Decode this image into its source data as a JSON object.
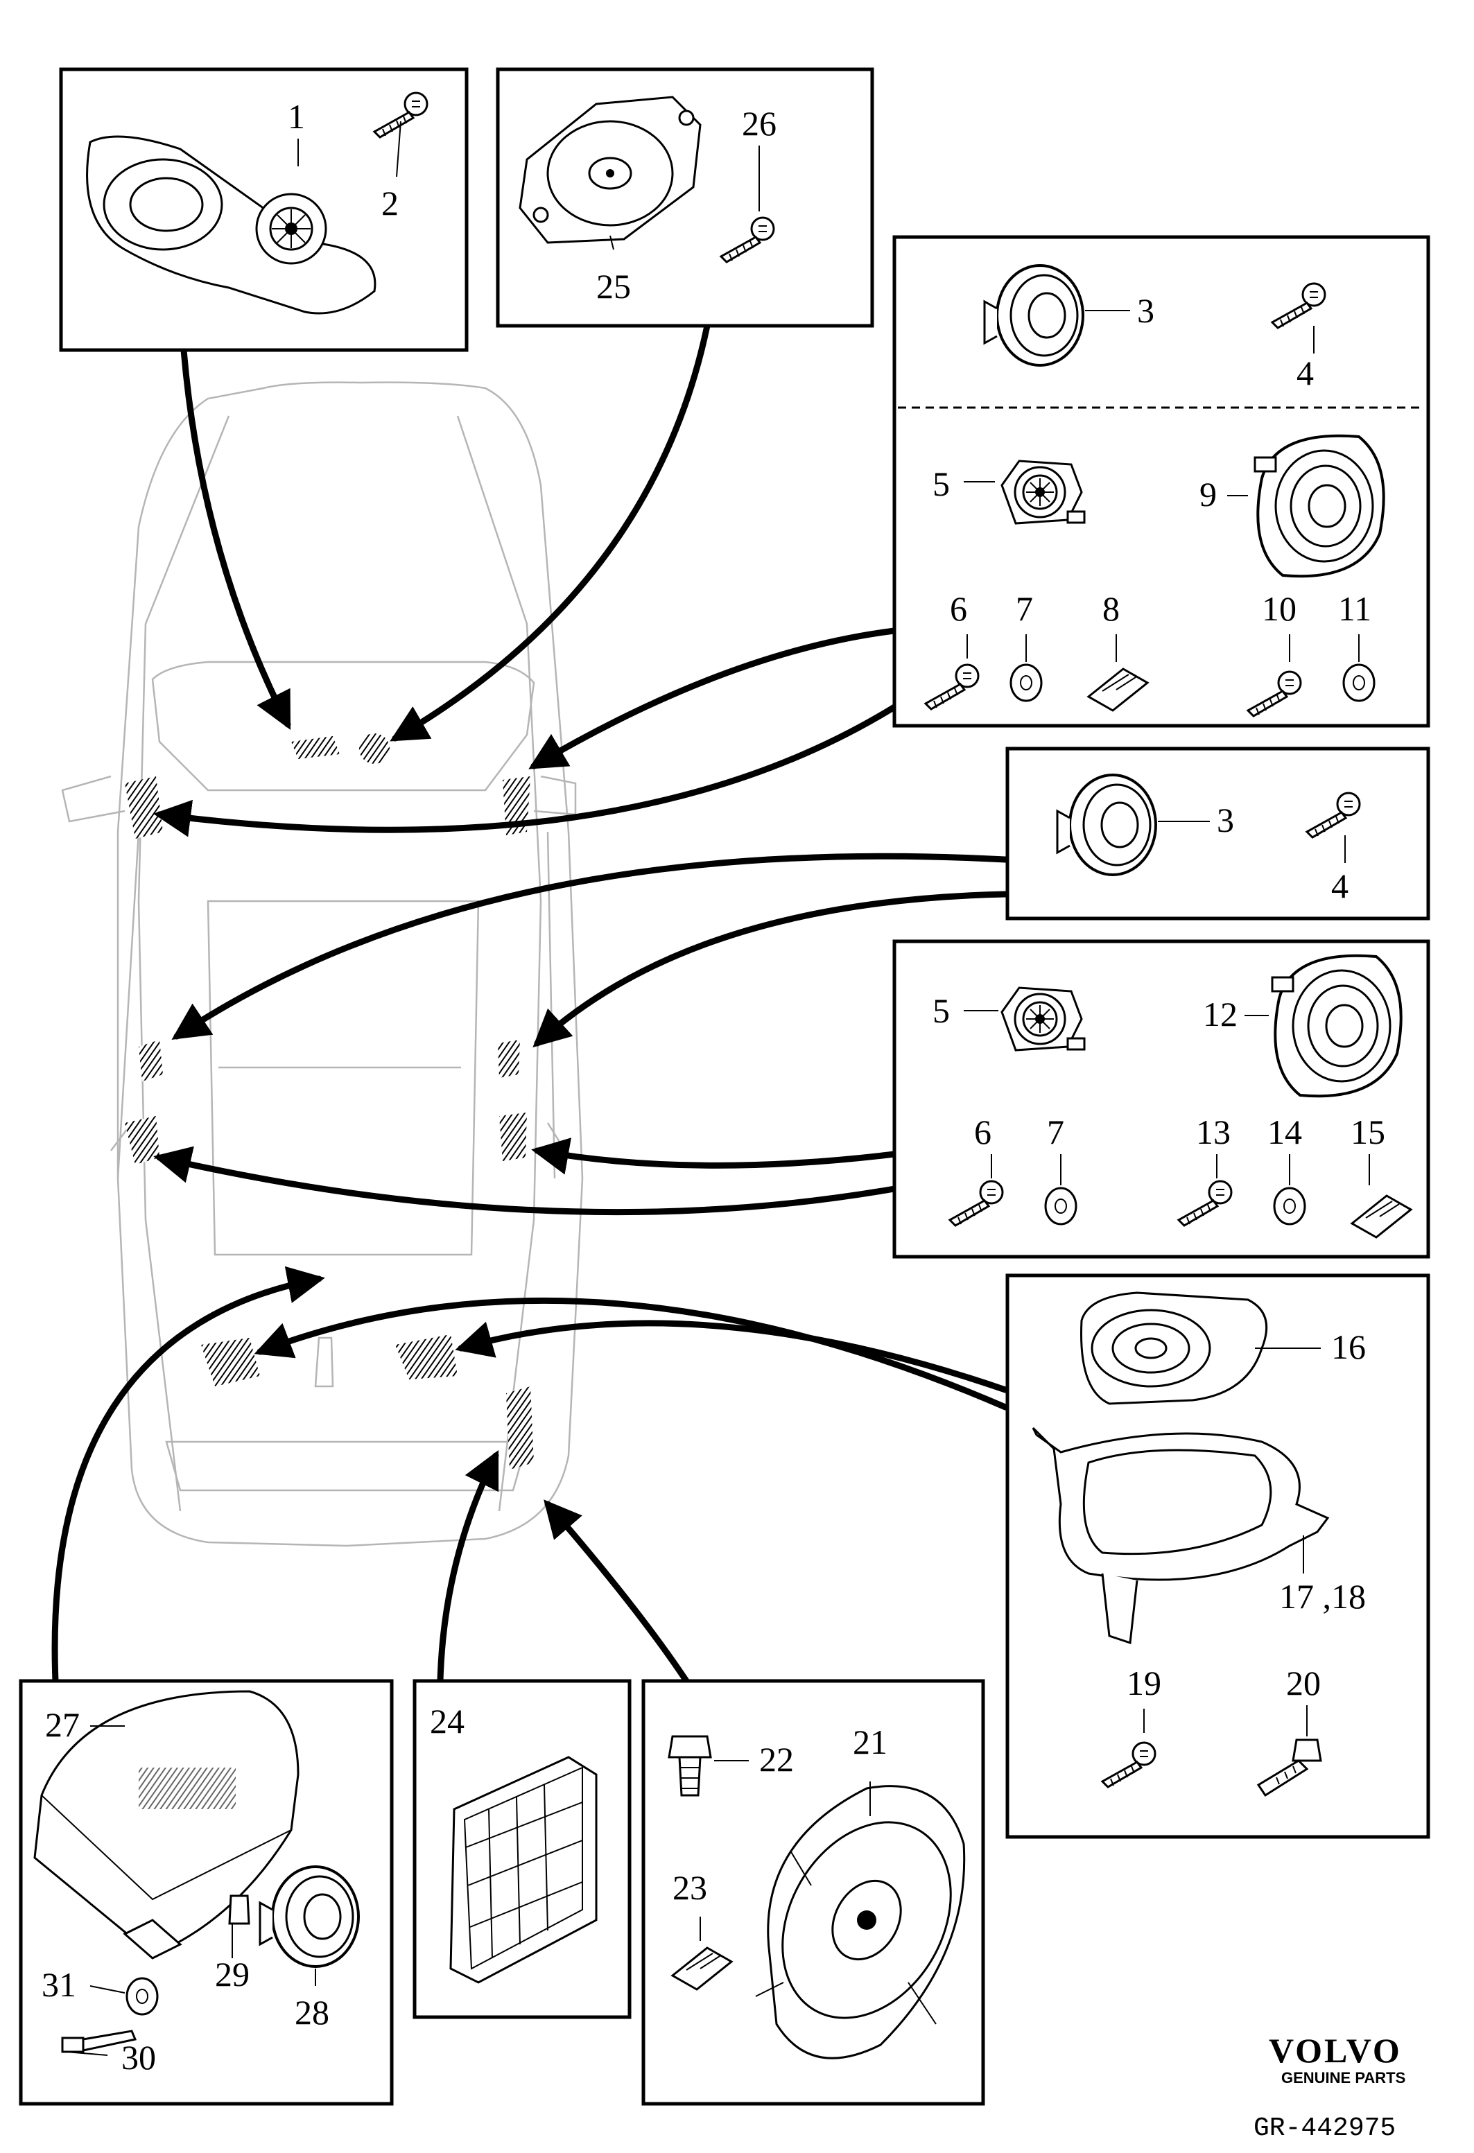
{
  "diagram": {
    "callouts": {
      "c1": "1",
      "c2": "2",
      "c3a": "3",
      "c4a": "4",
      "c5a": "5",
      "c6a": "6",
      "c7a": "7",
      "c8": "8",
      "c9": "9",
      "c10": "10",
      "c11": "11",
      "c3b": "3",
      "c4b": "4",
      "c5b": "5",
      "c12": "12",
      "c6b": "6",
      "c7b": "7",
      "c13": "13",
      "c14": "14",
      "c15": "15",
      "c16": "16",
      "c1718": "17 ,18",
      "c19": "19",
      "c20": "20",
      "c21": "21",
      "c22": "22",
      "c23": "23",
      "c24": "24",
      "c25": "25",
      "c26": "26",
      "c27": "27",
      "c28": "28",
      "c29": "29",
      "c30": "30",
      "c31": "31"
    },
    "icons": [
      "speaker-icon",
      "tweeter-icon",
      "screw-icon",
      "washer-icon",
      "clip-icon",
      "grille-icon",
      "bracket-icon",
      "bolt-icon",
      "cover-icon"
    ]
  },
  "brand": {
    "logo_text": "VOLVO",
    "logo_subtext": "GENUINE PARTS",
    "reference": "GR-442975"
  }
}
